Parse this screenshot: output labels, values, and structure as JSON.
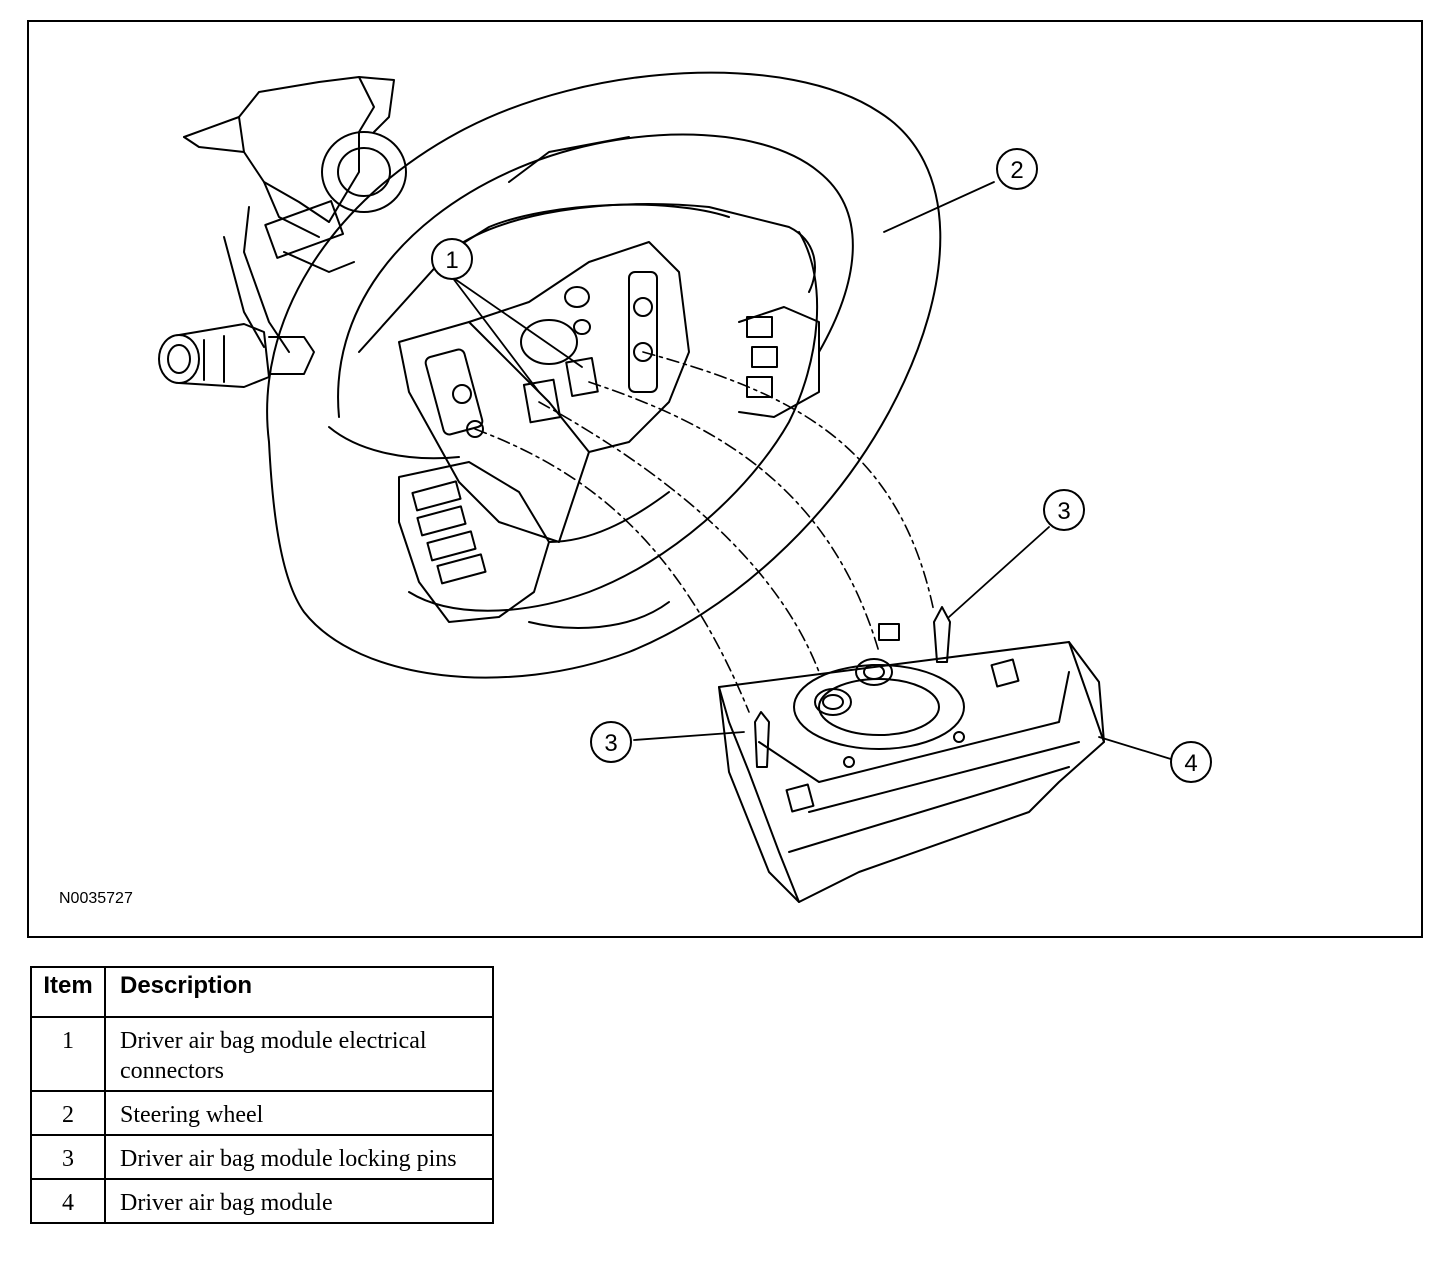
{
  "figure": {
    "id": "N0035727",
    "callouts": [
      "1",
      "2",
      "3",
      "3",
      "4"
    ]
  },
  "legend": {
    "header_item": "Item",
    "header_description": "Description",
    "rows": [
      {
        "item": "1",
        "description": "Driver air bag module electrical connectors"
      },
      {
        "item": "2",
        "description": "Steering wheel"
      },
      {
        "item": "3",
        "description": "Driver air bag module locking pins"
      },
      {
        "item": "4",
        "description": "Driver air bag module"
      }
    ]
  }
}
